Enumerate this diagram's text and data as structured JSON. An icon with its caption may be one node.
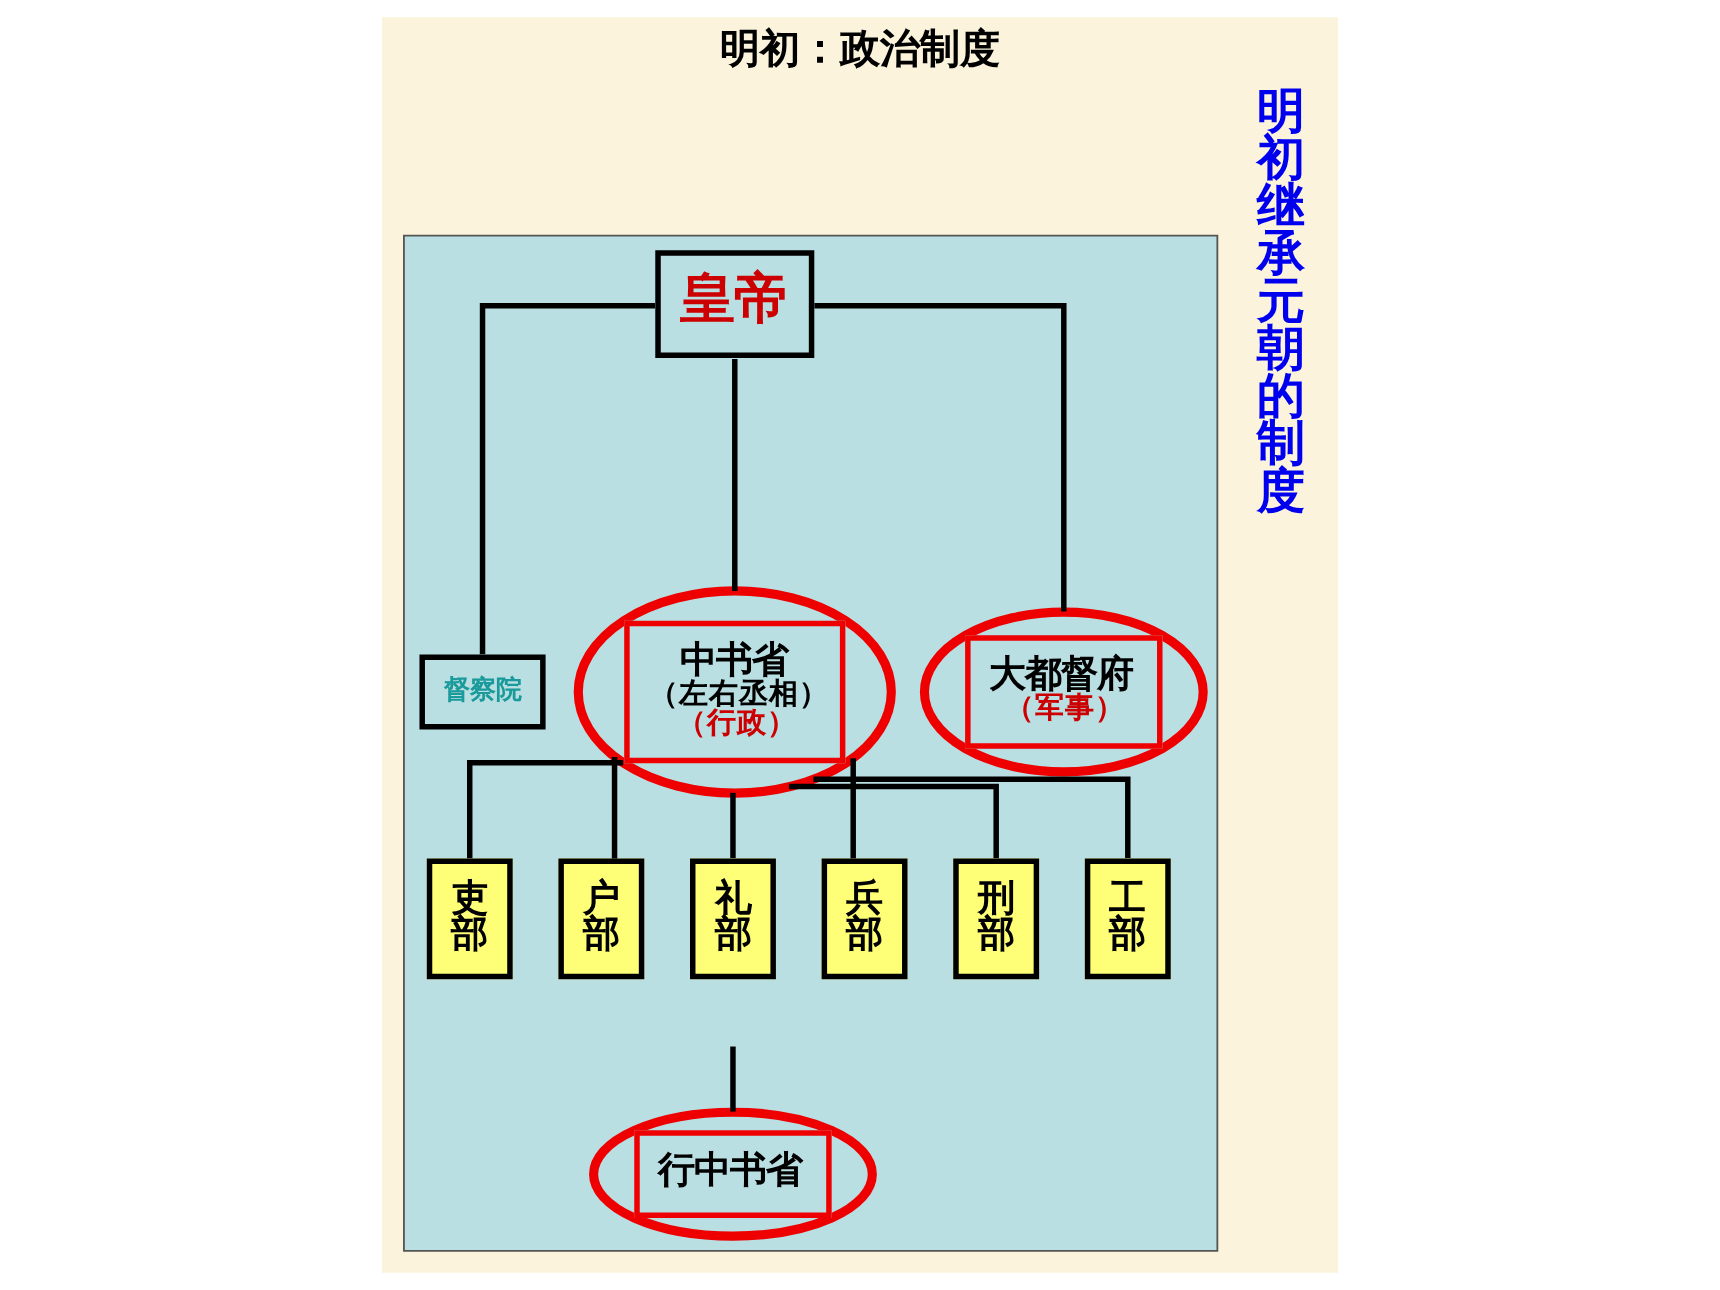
{
  "diagram": {
    "title": "明初：政治制度",
    "nodes": [
      {
        "text": [],
        "shape": "box"
      },
      {
        "text": [
          "皇帝"
        ],
        "in": 0
      },
      {
        "text": [
          "督察院"
        ],
        "in": 0
      },
      {
        "text": [
          "中书省",
          "（左右丞相）",
          "（行政）"
        ],
        "in": 0
      },
      {
        "text": [
          "大都督府",
          "（军事）"
        ],
        "in": 0
      },
      {
        "text": [
          "吏部"
        ],
        "in": 0
      },
      {
        "text": [
          "户部"
        ],
        "in": 0
      },
      {
        "text": [
          "礼部"
        ],
        "in": 0
      },
      {
        "text": [
          "兵部"
        ],
        "in": 0
      },
      {
        "text": [
          "刑部"
        ],
        "in": 0
      },
      {
        "text": [
          "工部"
        ],
        "in": 0
      },
      {
        "text": [
          "行中书省"
        ],
        "in": 0
      }
    ],
    "edges": [
      {
        "from": 1,
        "to": 2,
        "arrow": "none"
      },
      {
        "from": 1,
        "to": 3,
        "arrow": "none"
      },
      {
        "from": 1,
        "to": 4,
        "arrow": "none"
      },
      {
        "from": 3,
        "to": 5,
        "arrow": "none"
      },
      {
        "from": 3,
        "to": 6,
        "arrow": "none"
      },
      {
        "from": 3,
        "to": 7,
        "arrow": "none"
      },
      {
        "from": 3,
        "to": 8,
        "arrow": "none"
      },
      {
        "from": 3,
        "to": 9,
        "arrow": "none"
      },
      {
        "from": 3,
        "to": 10,
        "arrow": "none"
      },
      {
        "from": null,
        "to": 11,
        "arrow": "none"
      }
    ],
    "labels": [
      "明初继承元朝的制度"
    ]
  }
}
